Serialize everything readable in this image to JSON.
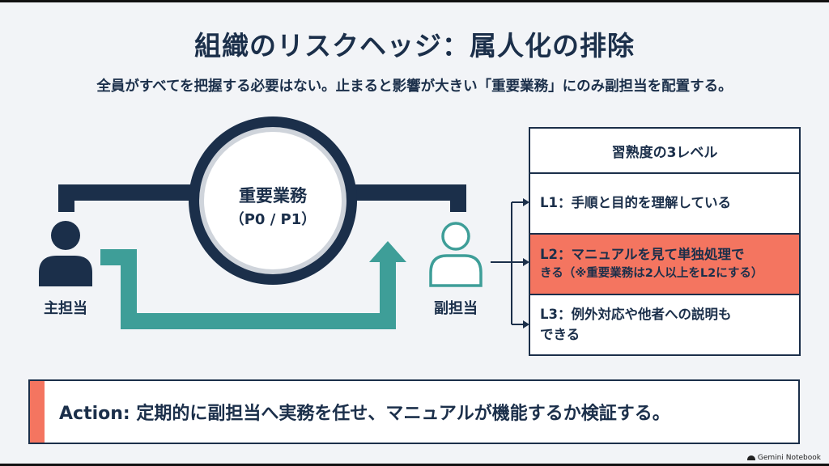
{
  "title": "組織のリスクヘッジ：属人化の排除",
  "subtitle": "全員がすべてを把握する必要はない。止まると影響が大きい「重要業務」にのみ副担当を配置する。",
  "diagram": {
    "center_title": "重要業務",
    "center_sub": "（P0 / P1）",
    "primary_label": "主担当",
    "secondary_label": "副担当"
  },
  "levels": {
    "header": "習熟度の3レベル",
    "items": [
      {
        "line1": "L1：手順と目的を理解している",
        "line2": "",
        "highlight": false
      },
      {
        "line1": "L2：マニュアルを見て単独処理で",
        "line2": "きる（※重要業務は2人以上をL2にする）",
        "highlight": true
      },
      {
        "line1": "L3：例外対応や他者への説明も",
        "line2": "できる",
        "highlight": false
      }
    ]
  },
  "action": "Action: 定期的に副担当へ実務を任せ、マニュアルが機能するか検証する。",
  "logo": "Gemini Notebook",
  "colors": {
    "navy": "#1b2f4a",
    "teal": "#3e9e98",
    "accent": "#f47560",
    "background": "#f2f4f7"
  },
  "icons": [
    "person-icon",
    "person-outline-icon",
    "arrow-right-icon"
  ]
}
